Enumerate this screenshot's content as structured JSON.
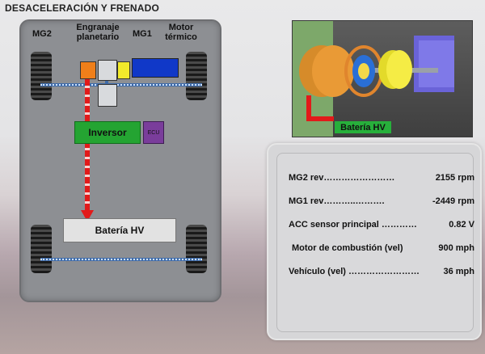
{
  "title": "DESACELERACIÓN Y FRENADO",
  "chassis": {
    "label_mg2": "MG2",
    "label_planetary_1": "Engranaje",
    "label_planetary_2": "planetario",
    "label_mg1": "MG1",
    "label_engine_1": "Motor",
    "label_engine_2": "térmico",
    "inverter_label": "Inversor",
    "ecu_label": "ECU",
    "battery_label": "Batería HV"
  },
  "planetary_view": {
    "battery_label": "Batería HV"
  },
  "readouts": [
    {
      "label": "MG2 rev",
      "dots": "……………………",
      "value": "2155 rpm"
    },
    {
      "label": "MG1 rev",
      "dots": "………..……….",
      "value": "-2449 rpm"
    },
    {
      "label": "ACC sensor principal",
      "dots": "…………",
      "value": "0.82 V"
    },
    {
      "label": "Motor de combustión (vel)",
      "dots": "",
      "value": "900 mph"
    },
    {
      "label": "Vehículo (vel)",
      "dots": "……………………",
      "value": "36 mph"
    }
  ],
  "colors": {
    "mg2": "#ef7f1a",
    "mg1": "#f2ea2b",
    "engine": "#1038c8",
    "inverter": "#24a432",
    "ecu": "#7a3d9b",
    "flow": "#e21a1a",
    "axle": "#3f6ba8"
  }
}
